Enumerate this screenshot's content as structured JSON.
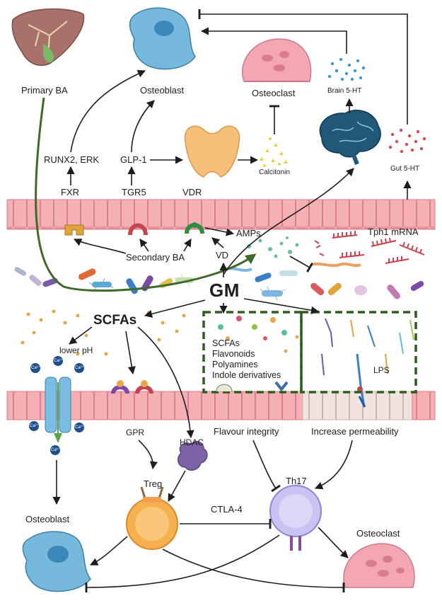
{
  "labels": {
    "primary_ba": "Primary BA",
    "osteoblast_top": "Osteoblast",
    "osteoclast_top": "Osteoclast",
    "brain_5ht": "Brain 5-HT",
    "gut_5ht": "Gut 5-HT",
    "runx2_erk": "RUNX2, ERK",
    "glp1": "GLP-1",
    "calcitonin": "Calcitonin",
    "fxr": "FXR",
    "tgr5": "TGR5",
    "vdr": "VDR",
    "amps": "AMPs",
    "tph1_mrna": "Tph1 mRNA",
    "secondary_ba": "Secondary BA",
    "vd": "VD",
    "gm": "GM",
    "scfas": "SCFAs",
    "lower_ph": "lower pH",
    "lps": "LPS",
    "gpr": "GPR",
    "hdac": "HDAC",
    "flavour_integrity": "Flavour integrity",
    "increase_permeability": "Increase permeability",
    "treg": "Treg",
    "th17": "Th17",
    "ctla4": "CTLA-4",
    "osteoblast_bottom": "Osteoblast",
    "osteoclast_bottom": "Osteoclast",
    "ca": "Ca²⁺"
  },
  "metabolites": [
    "SCFAs",
    "Flavonoids",
    "Polyamines",
    "Indole derivatives"
  ],
  "colors": {
    "epithelium": "#f2a7ab",
    "epithelium_dark": "#e0868c",
    "bone_blue": "#6fb4d8",
    "osteoclast_pink": "#f2a0ac",
    "arrow_green": "#3f6b2a",
    "dash_green": "#2e5e1e",
    "treg_orange": "#f6b14e",
    "th17_lilac": "#c9c3f2",
    "hdac_purple": "#7b63a6"
  },
  "icons": [
    "liver-icon",
    "thyroid-icon",
    "brain-icon",
    "bacteria-icon",
    "ion-channel-icon",
    "receptor-icon"
  ]
}
